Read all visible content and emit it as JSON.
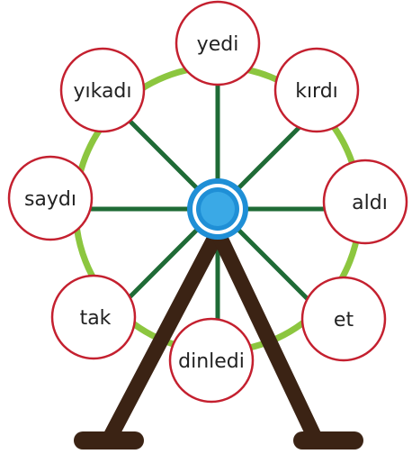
{
  "colors": {
    "rim": "#8cc63f",
    "spokes": "#1f6b36",
    "legs": "#3b2314",
    "bubble_border": "#c4202f",
    "hub_outer": "#1f8fd6",
    "hub_inner": "#3aa9e6",
    "text": "#222222"
  },
  "words": [
    {
      "id": "yedi",
      "text": "yedi"
    },
    {
      "id": "kirdi",
      "text": "kırdı"
    },
    {
      "id": "aldi",
      "text": "aldı"
    },
    {
      "id": "et",
      "text": "et"
    },
    {
      "id": "dinledi",
      "text": "dinledi"
    },
    {
      "id": "tak",
      "text": "tak"
    },
    {
      "id": "saydi",
      "text": "saydı"
    },
    {
      "id": "yikadi",
      "text": "yıkadı"
    }
  ]
}
